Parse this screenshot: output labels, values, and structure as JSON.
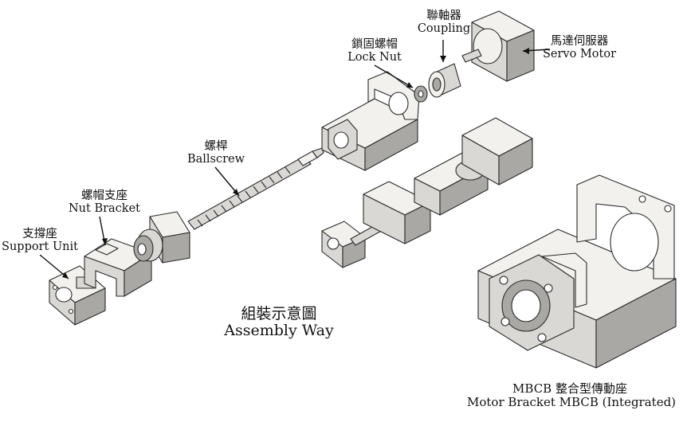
{
  "labels": {
    "support_unit": {
      "zh": "支撐座",
      "en": "Support Unit"
    },
    "nut_bracket": {
      "zh": "螺帽支座",
      "en": "Nut Bracket"
    },
    "ballscrew": {
      "zh": "螺桿",
      "en": "Ballscrew"
    },
    "lock_nut": {
      "zh": "鎖固螺帽",
      "en": "Lock Nut"
    },
    "coupling": {
      "zh": "聯軸器",
      "en": "Coupling"
    },
    "servo_motor": {
      "zh": "馬達伺服器",
      "en": "Servo Motor"
    },
    "assembly": {
      "zh": "組裝示意圖",
      "en": "Assembly Way"
    },
    "mbcb": {
      "zh": "MBCB 整合型傳動座",
      "en": "Motor Bracket MBCB (Integrated)"
    }
  }
}
